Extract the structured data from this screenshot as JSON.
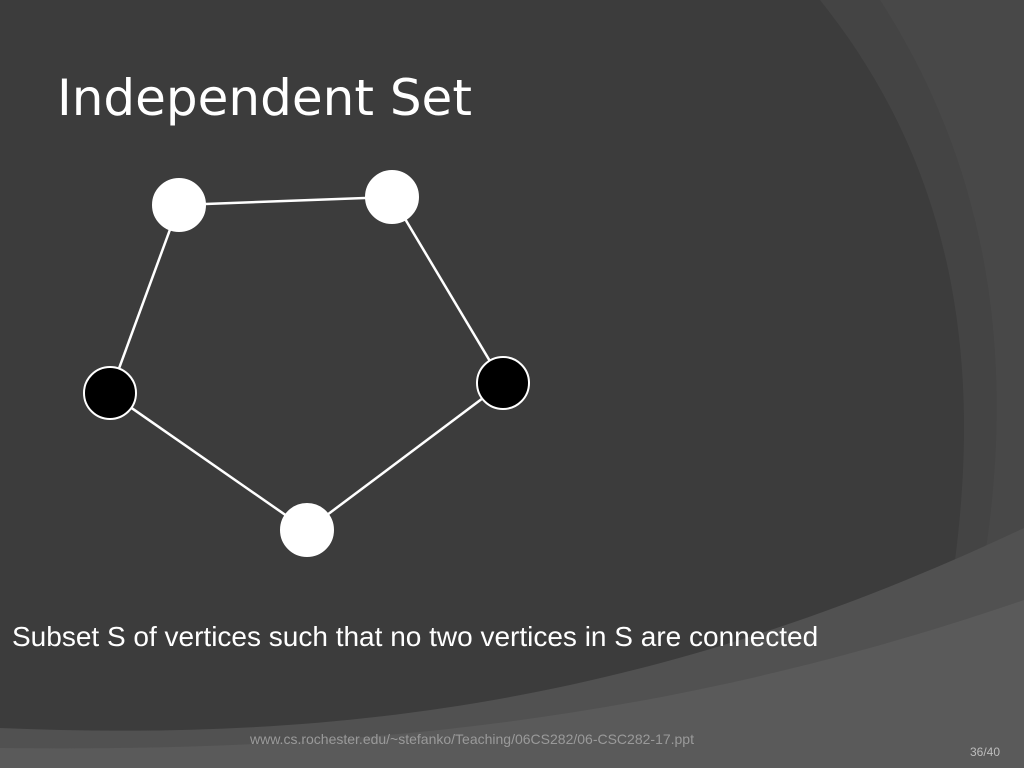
{
  "slide": {
    "title": "Independent Set",
    "caption": "Subset S of vertices such that no two vertices in S are connected",
    "source_url": "www.cs.rochester.edu/~stefanko/Teaching/06CS282/06-CSC282-17.ppt",
    "page_number": "36/40"
  },
  "graph": {
    "vertices": [
      {
        "id": "top-left",
        "selected": false
      },
      {
        "id": "top-right",
        "selected": false
      },
      {
        "id": "right",
        "selected": true
      },
      {
        "id": "bottom",
        "selected": false
      },
      {
        "id": "left",
        "selected": true
      }
    ],
    "edges": [
      [
        "top-left",
        "top-right"
      ],
      [
        "top-right",
        "right"
      ],
      [
        "right",
        "bottom"
      ],
      [
        "bottom",
        "left"
      ],
      [
        "left",
        "top-left"
      ]
    ]
  },
  "colors": {
    "background": "#3c3c3c",
    "vertex_unselected": "#ffffff",
    "vertex_selected": "#000000",
    "edge": "#ffffff",
    "text": "#ffffff"
  }
}
